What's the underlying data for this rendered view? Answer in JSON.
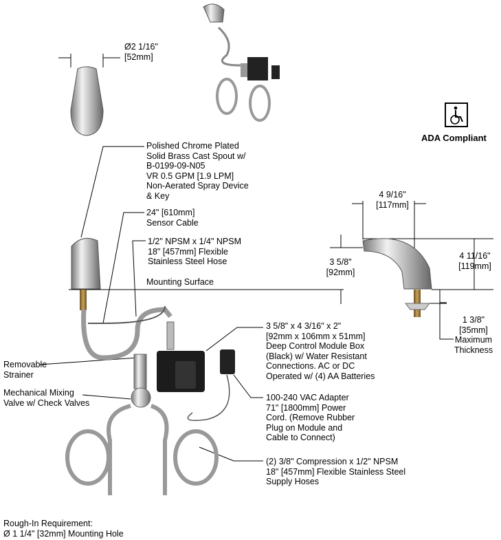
{
  "dimensions": {
    "spout_width": [
      "Ø2 1/16\"",
      "[52mm]"
    ],
    "reach": [
      "4 9/16\"",
      "[117mm]"
    ],
    "height": [
      "4 11/16\"",
      "[119mm]"
    ],
    "spout_clearance": [
      "3 5/8\"",
      "[92mm]"
    ],
    "max_thickness": [
      "1 3/8\"",
      "[35mm]",
      "Maximum",
      "Thickness"
    ]
  },
  "badge": {
    "icon": "wheelchair-icon",
    "label": "ADA Compliant"
  },
  "callouts": {
    "spout": [
      "Polished Chrome Plated",
      "Solid Brass Cast Spout w/",
      "B-0199-09-N05",
      "VR 0.5 GPM [1.9 LPM]",
      "Non-Aerated Spray Device",
      "& Key"
    ],
    "sensor_cable": [
      "24\" [610mm]",
      "Sensor Cable"
    ],
    "flex_hose": [
      "1/2\" NPSM x 1/4\" NPSM",
      "18\" [457mm] Flexible",
      "Stainless Steel Hose"
    ],
    "mounting_surface": "Mounting Surface",
    "control_box": [
      "3 5/8\" x 4 3/16\" x 2\"",
      "[92mm x 106mm x 51mm]",
      "Deep Control Module Box",
      "(Black) w/ Water Resistant",
      "Connections. AC or DC",
      "Operated w/ (4) AA Batteries"
    ],
    "adapter": [
      "100-240 VAC Adapter",
      "71\" [1800mm] Power",
      "Cord. (Remove Rubber",
      "Plug on Module and",
      "Cable to Connect)"
    ],
    "strainer": [
      "Removable",
      "Strainer"
    ],
    "mixing_valve": [
      "Mechanical Mixing",
      "Valve w/ Check Valves"
    ],
    "supply_hoses": [
      "(2) 3/8\" Compression x 1/2\" NPSM",
      "18\" [457mm] Flexible Stainless Steel",
      "Supply Hoses"
    ]
  },
  "rough_in": [
    "Rough-In Requirement:",
    "Ø 1 1/4\" [32mm] Mounting Hole"
  ]
}
